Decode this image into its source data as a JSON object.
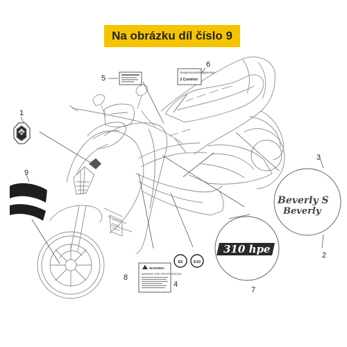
{
  "banner": {
    "text": "Na obrázku díl číslo 9"
  },
  "callouts": [
    "1",
    "2",
    "3",
    "4",
    "5",
    "6",
    "7",
    "8",
    "9"
  ],
  "decals": {
    "beverly_s": "Beverly S",
    "beverly": "Beverly",
    "hpe": "310 hpe",
    "fuel_e5": "E5",
    "fuel_e10": "E10",
    "label6_line1": "Sospensione/Suspension",
    "label6_brand": "3 Comfort",
    "warning_title": "WARNING",
    "warning_subtitle": "WARNING TIRE SPECIFICATIONS"
  },
  "colors": {
    "banner": "#f5c400",
    "line": "#555555",
    "sketch": "#8a8a8a",
    "accent": "#222222"
  },
  "icons": [
    "piaggio-logo-icon",
    "scooter-drawing"
  ]
}
